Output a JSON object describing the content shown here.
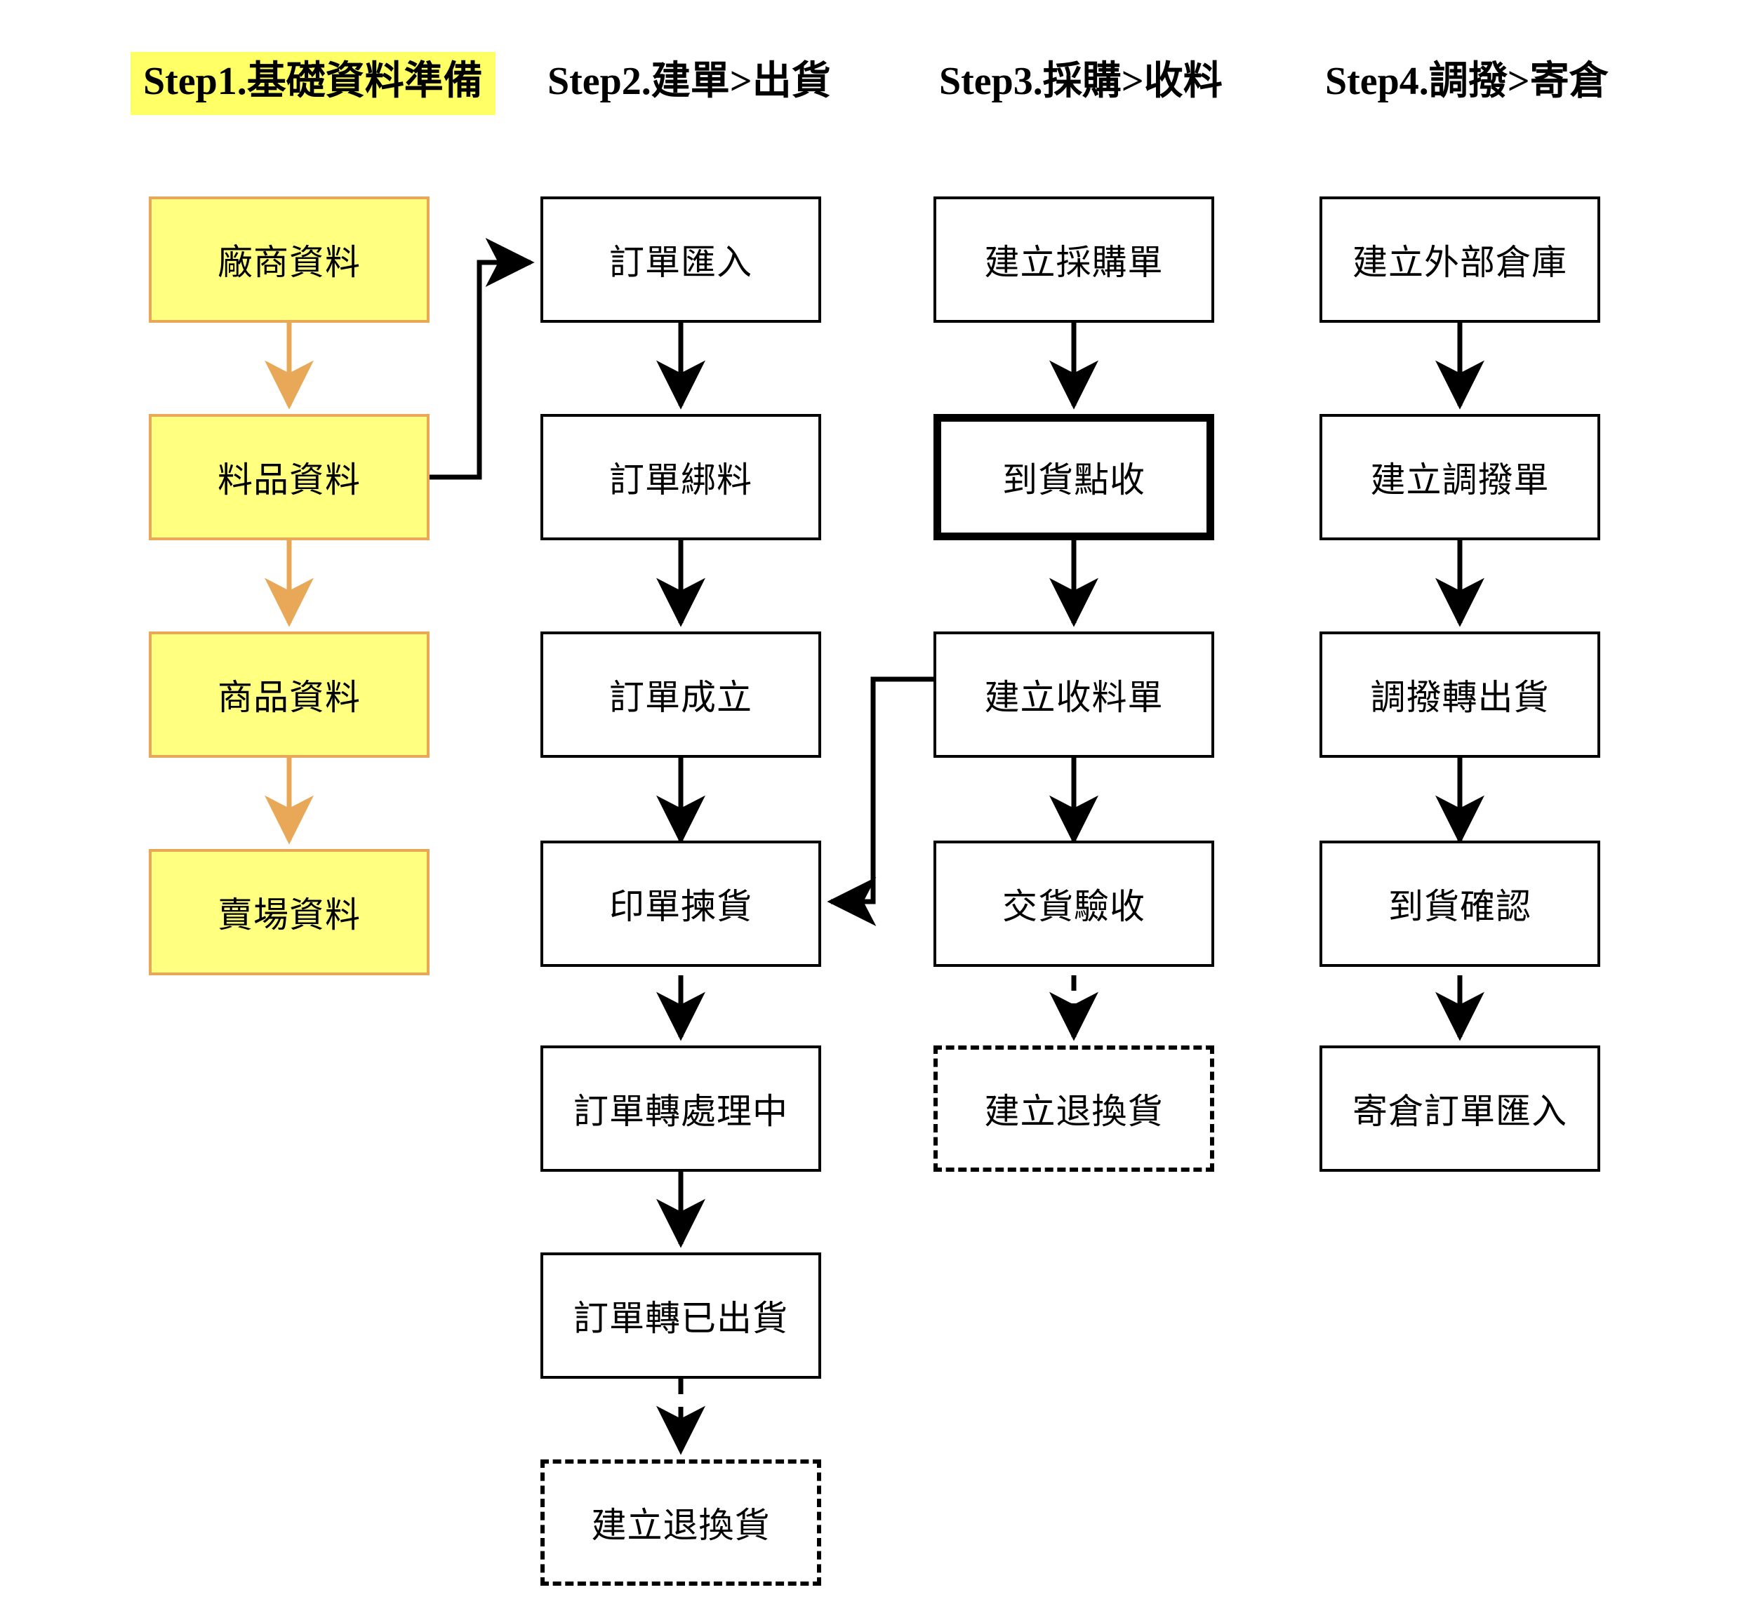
{
  "diagram": {
    "type": "flowchart",
    "title_columns": [
      {
        "id": "step1",
        "label": "Step1.基礎資料準備",
        "highlighted": true,
        "highlight_color": "#ffff66"
      },
      {
        "id": "step2",
        "label": "Step2.建單>出貨",
        "highlighted": false,
        "highlight_color": ""
      },
      {
        "id": "step3",
        "label": "Step3.採購>收料",
        "highlighted": false,
        "highlight_color": ""
      },
      {
        "id": "step4",
        "label": "Step4.調撥>寄倉",
        "highlighted": false,
        "highlight_color": ""
      }
    ],
    "colors": {
      "node_fill_default": "#ffffff",
      "node_border_default": "#000000",
      "node_fill_highlight": "#ffff80",
      "node_border_highlight": "#e8a857",
      "arrow_default": "#000000",
      "arrow_highlight": "#e8a857"
    },
    "columns": [
      {
        "id": "step1",
        "header": "Step1.基礎資料準備",
        "nodes": [
          {
            "id": "n1-1",
            "label": "廠商資料",
            "style": "yellow"
          },
          {
            "id": "n1-2",
            "label": "料品資料",
            "style": "yellow"
          },
          {
            "id": "n1-3",
            "label": "商品資料",
            "style": "yellow"
          },
          {
            "id": "n1-4",
            "label": "賣場資料",
            "style": "yellow"
          }
        ]
      },
      {
        "id": "step2",
        "header": "Step2.建單>出貨",
        "nodes": [
          {
            "id": "n2-1",
            "label": "訂單匯入",
            "style": "solid"
          },
          {
            "id": "n2-2",
            "label": "訂單綁料",
            "style": "solid"
          },
          {
            "id": "n2-3",
            "label": "訂單成立",
            "style": "solid"
          },
          {
            "id": "n2-4",
            "label": "印單揀貨",
            "style": "solid"
          },
          {
            "id": "n2-5",
            "label": "訂單轉處理中",
            "style": "solid"
          },
          {
            "id": "n2-6",
            "label": "訂單轉已出貨",
            "style": "solid"
          },
          {
            "id": "n2-7",
            "label": "建立退換貨",
            "style": "dashed"
          }
        ]
      },
      {
        "id": "step3",
        "header": "Step3.採購>收料",
        "nodes": [
          {
            "id": "n3-1",
            "label": "建立採購單",
            "style": "solid"
          },
          {
            "id": "n3-2",
            "label": "到貨點收",
            "style": "thick"
          },
          {
            "id": "n3-3",
            "label": "建立收料單",
            "style": "solid"
          },
          {
            "id": "n3-4",
            "label": "交貨驗收",
            "style": "solid"
          },
          {
            "id": "n3-5",
            "label": "建立退換貨",
            "style": "dashed"
          }
        ]
      },
      {
        "id": "step4",
        "header": "Step4.調撥>寄倉",
        "nodes": [
          {
            "id": "n4-1",
            "label": "建立外部倉庫",
            "style": "solid"
          },
          {
            "id": "n4-2",
            "label": "建立調撥單",
            "style": "solid"
          },
          {
            "id": "n4-3",
            "label": "調撥轉出貨",
            "style": "solid"
          },
          {
            "id": "n4-4",
            "label": "到貨確認",
            "style": "solid"
          },
          {
            "id": "n4-5",
            "label": "寄倉訂單匯入",
            "style": "solid"
          }
        ]
      }
    ],
    "edges": [
      {
        "from": "n1-1",
        "to": "n1-2",
        "line": "solid",
        "color": "#e8a857",
        "route": "vertical"
      },
      {
        "from": "n1-2",
        "to": "n1-3",
        "line": "solid",
        "color": "#e8a857",
        "route": "vertical"
      },
      {
        "from": "n1-3",
        "to": "n1-4",
        "line": "solid",
        "color": "#e8a857",
        "route": "vertical"
      },
      {
        "from": "n1-2",
        "to": "n2-1",
        "line": "solid",
        "color": "#000000",
        "route": "elbow-right-up"
      },
      {
        "from": "n2-1",
        "to": "n2-2",
        "line": "solid",
        "color": "#000000",
        "route": "vertical"
      },
      {
        "from": "n2-2",
        "to": "n2-3",
        "line": "solid",
        "color": "#000000",
        "route": "vertical"
      },
      {
        "from": "n2-3",
        "to": "n2-4",
        "line": "solid",
        "color": "#000000",
        "route": "vertical"
      },
      {
        "from": "n2-4",
        "to": "n2-5",
        "line": "solid",
        "color": "#000000",
        "route": "vertical"
      },
      {
        "from": "n2-5",
        "to": "n2-6",
        "line": "solid",
        "color": "#000000",
        "route": "vertical"
      },
      {
        "from": "n2-6",
        "to": "n2-7",
        "line": "dashed",
        "color": "#000000",
        "route": "vertical"
      },
      {
        "from": "n3-1",
        "to": "n3-2",
        "line": "solid",
        "color": "#000000",
        "route": "vertical"
      },
      {
        "from": "n3-2",
        "to": "n3-3",
        "line": "solid",
        "color": "#000000",
        "route": "vertical"
      },
      {
        "from": "n3-3",
        "to": "n3-4",
        "line": "solid",
        "color": "#000000",
        "route": "vertical"
      },
      {
        "from": "n3-4",
        "to": "n3-5",
        "line": "dashed",
        "color": "#000000",
        "route": "vertical"
      },
      {
        "from": "n3-3",
        "to": "n2-4",
        "line": "solid",
        "color": "#000000",
        "route": "elbow-left-down"
      },
      {
        "from": "n4-1",
        "to": "n4-2",
        "line": "solid",
        "color": "#000000",
        "route": "vertical"
      },
      {
        "from": "n4-2",
        "to": "n4-3",
        "line": "solid",
        "color": "#000000",
        "route": "vertical"
      },
      {
        "from": "n4-3",
        "to": "n4-4",
        "line": "solid",
        "color": "#000000",
        "route": "vertical"
      },
      {
        "from": "n4-4",
        "to": "n4-5",
        "line": "solid",
        "color": "#000000",
        "route": "vertical"
      }
    ]
  }
}
